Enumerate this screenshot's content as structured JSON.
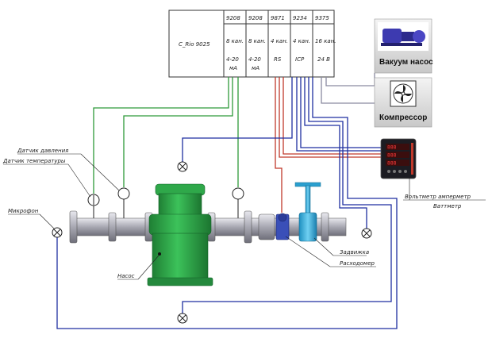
{
  "controller": {
    "name": "C_Rio 9025",
    "modules": [
      {
        "id": "9208",
        "line1": "8 кан.",
        "line2": "4-20",
        "line3": "мА"
      },
      {
        "id": "9208",
        "line1": "8 кан.",
        "line2": "4-20",
        "line3": "мА"
      },
      {
        "id": "9871",
        "line1": "4 кан.",
        "line2": "RS",
        "line3": ""
      },
      {
        "id": "9234",
        "line1": "4 кан.",
        "line2": "ICP",
        "line3": ""
      },
      {
        "id": "9375",
        "line1": "16 кан.",
        "line2": "24 В",
        "line3": ""
      }
    ]
  },
  "devices": {
    "vacuum_pump": "Вакуум насос",
    "compressor": "Компрессор"
  },
  "labels": {
    "pressure_sensor": "Датчик давления",
    "temperature_sensor": "Датчик температуры",
    "microphone": "Микрофон",
    "pump": "Насос",
    "valve": "Задвижка",
    "flowmeter": "Расходомер",
    "meter_line1": "Вольтметр амперметр",
    "meter_line2": "Ваттметр"
  },
  "colors": {
    "green_wire": "#2e9a3a",
    "red_wire": "#c0392b",
    "blue_wire": "#1f2fa0",
    "gray_wire": "#8a8aa0",
    "pump_body": "#2fa84a",
    "pipe": "#b7b7bf"
  }
}
